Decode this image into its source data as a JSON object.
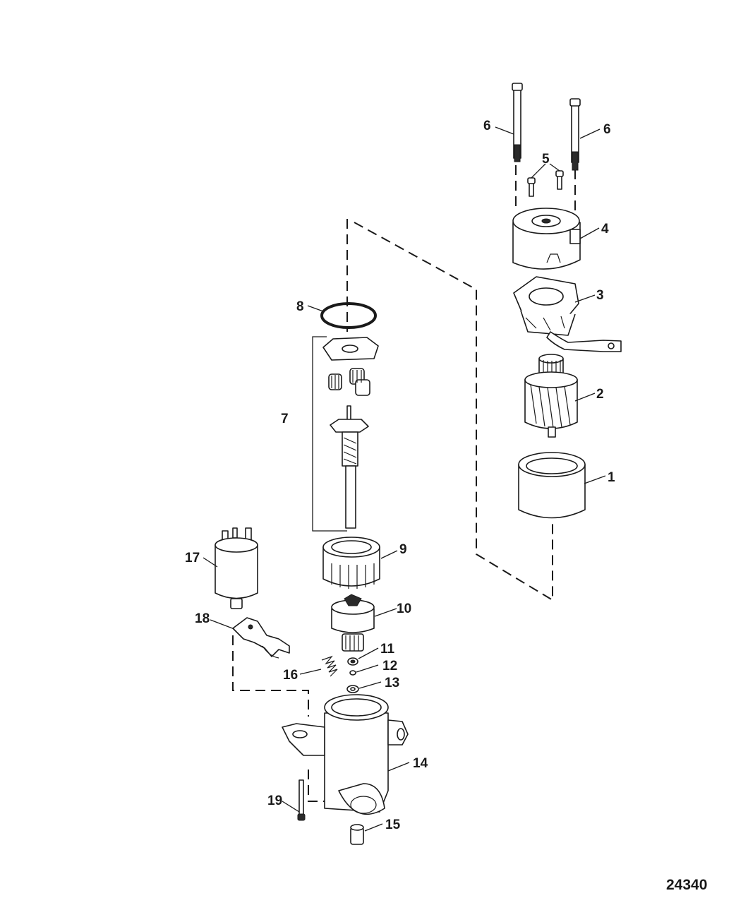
{
  "callouts": {
    "c1": "1",
    "c2": "2",
    "c3": "3",
    "c4": "4",
    "c5": "5",
    "c6a": "6",
    "c6b": "6",
    "c7": "7",
    "c8": "8",
    "c9": "9",
    "c10": "10",
    "c11": "11",
    "c12": "12",
    "c13": "13",
    "c14": "14",
    "c15": "15",
    "c16": "16",
    "c17": "17",
    "c18": "18",
    "c19": "19"
  },
  "figure_id": "24340"
}
